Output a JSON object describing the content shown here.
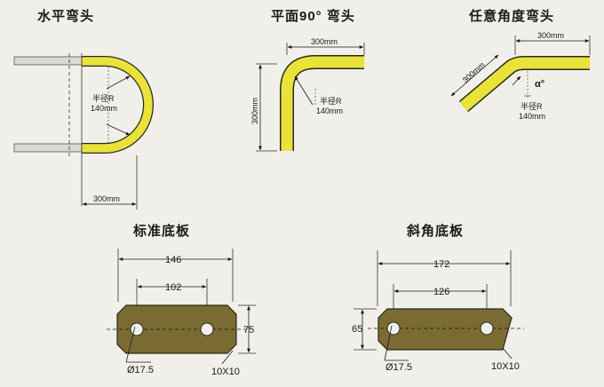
{
  "section_titles": {
    "horizontal_bend": "水平弯头",
    "flat_90_bend": "平面90°  弯头",
    "any_angle_bend": "任意角度弯头",
    "standard_plate": "标准底板",
    "bevel_plate": "斜角底板"
  },
  "horizontal_bend": {
    "radius_label": "半径R",
    "radius_value": "140mm",
    "length_label": "300mm"
  },
  "flat_90_bend": {
    "horizontal_length": "300mm",
    "vertical_length": "300mm",
    "radius_label": "半径R",
    "radius_value": "140mm"
  },
  "any_angle_bend": {
    "horizontal_length": "300mm",
    "slanted_length": "300mm",
    "angle_label": "α°",
    "radius_label": "半径R",
    "radius_value": "140mm"
  },
  "standard_plate": {
    "overall_width": "146",
    "hole_spacing": "102",
    "height": "75",
    "hole_diameter": "Ø17.5",
    "corner_chamfer": "10X10"
  },
  "bevel_plate": {
    "overall_width": "172",
    "hole_spacing": "126",
    "height": "65",
    "hole_diameter": "Ø17.5",
    "corner_chamfer": "10X10"
  },
  "colors": {
    "pipe_yellow": "#e8e23a",
    "pipe_outline": "#2a2a1a",
    "plate_olive": "#7a6b32",
    "background": "#f1efe9"
  }
}
